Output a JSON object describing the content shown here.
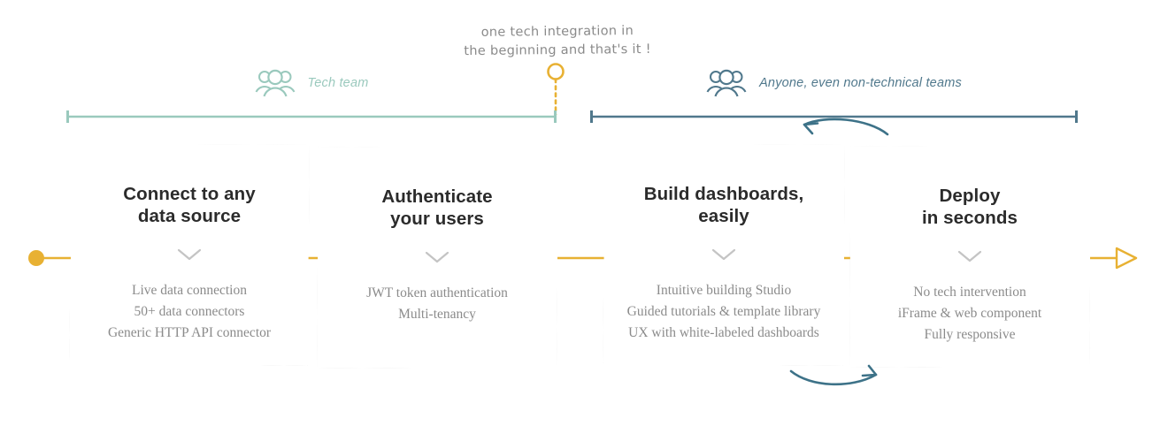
{
  "annotation": {
    "line1": "one tech integration in",
    "line2": "the beginning and that's it !",
    "marker": "yellow-pin"
  },
  "segments": [
    {
      "id": "tech-team",
      "label": "Tech team",
      "icon": "people-group-icon",
      "color": "#9ac9bd"
    },
    {
      "id": "anyone",
      "label": "Anyone, even non-technical teams",
      "icon": "people-group-icon",
      "color": "#50788c"
    }
  ],
  "timeline": {
    "start_marker": "filled-circle",
    "end_marker": "arrow-triangle-outline",
    "line_color": "#e8b133"
  },
  "cards": [
    {
      "title_line1": "Connect to any",
      "title_line2": "data source",
      "divider_icon": "chevron-down-icon",
      "items": [
        "Live data connection",
        "50+ data connectors",
        "Generic HTTP API connector"
      ]
    },
    {
      "title_line1": "Authenticate",
      "title_line2": "your users",
      "divider_icon": "chevron-down-icon",
      "items": [
        "JWT token authentication",
        "Multi-tenancy"
      ]
    },
    {
      "title_line1": "Build dashboards,",
      "title_line2": "easily",
      "divider_icon": "chevron-down-icon",
      "items": [
        "Intuitive building Studio",
        "Guided tutorials & template library",
        "UX with white-labeled dashboards"
      ]
    },
    {
      "title_line1": "Deploy",
      "title_line2": "in seconds",
      "divider_icon": "chevron-down-icon",
      "items": [
        "No tech intervention",
        "iFrame & web component",
        "Fully responsive"
      ]
    }
  ],
  "sketch_arrows": [
    {
      "id": "arrow-top",
      "direction": "left",
      "color": "#3d7288"
    },
    {
      "id": "arrow-bottom",
      "direction": "right",
      "color": "#3d7288"
    }
  ],
  "colors": {
    "amber": "#e8b133",
    "sage": "#9ac9bd",
    "slate": "#50788c",
    "heading": "#2b2b2b",
    "body": "#8b8b8b",
    "chevron": "#c4c4c4"
  }
}
